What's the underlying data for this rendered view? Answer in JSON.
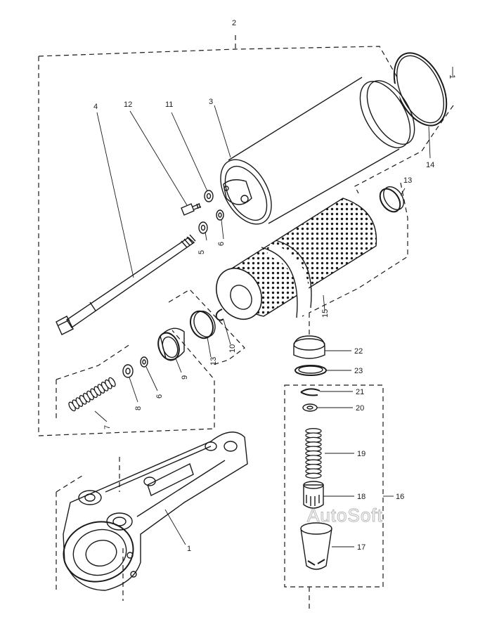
{
  "labels": {
    "l1": "1",
    "l1b": "1",
    "l2": "2",
    "l3": "3",
    "l4": "4",
    "l5": "5",
    "l6a": "6",
    "l6b": "6",
    "l7": "7",
    "l8": "8",
    "l9": "9",
    "l10": "10",
    "l11": "11",
    "l12": "12",
    "l13a": "13",
    "l13b": "13",
    "l14": "14",
    "l15": "15",
    "l16": "16",
    "l17": "17",
    "l18": "18",
    "l19": "19",
    "l20": "20",
    "l21": "21",
    "l22": "22",
    "l23": "23"
  },
  "watermark": "AutoSoft"
}
